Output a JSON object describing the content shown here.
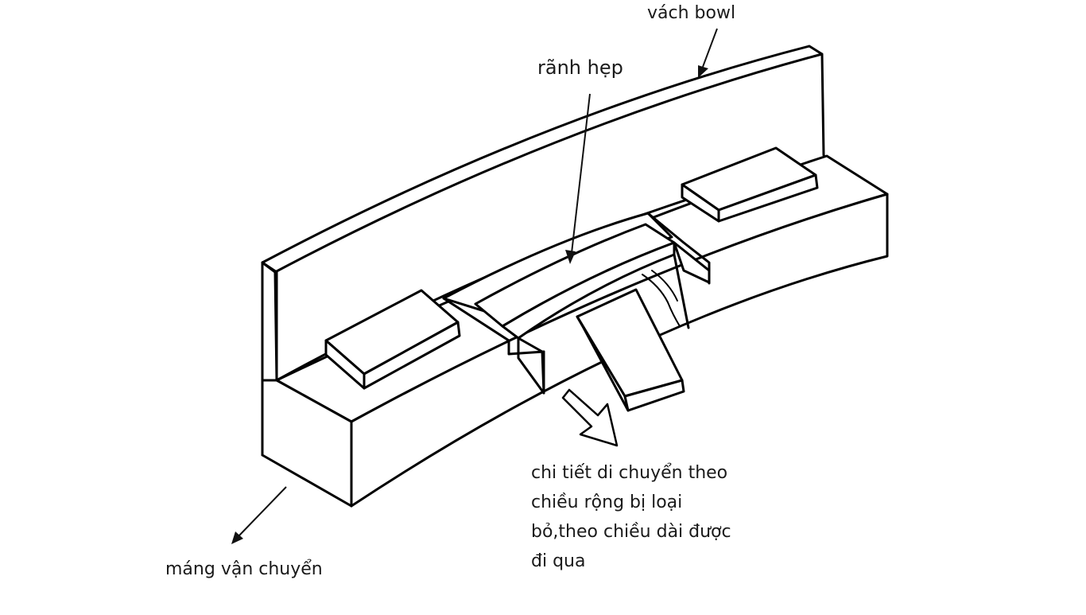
{
  "labels": {
    "bowl_wall": "vách bowl",
    "narrow_groove": "rãnh hẹp",
    "conveyor_trough": "máng vận chuyển",
    "part_note": [
      "chi tiết di chuyển theo",
      "chiều rộng bị loại",
      "bỏ,theo chiều dài được",
      "đi qua"
    ]
  },
  "colors": {
    "ink": "#000000",
    "background": "#ffffff"
  }
}
